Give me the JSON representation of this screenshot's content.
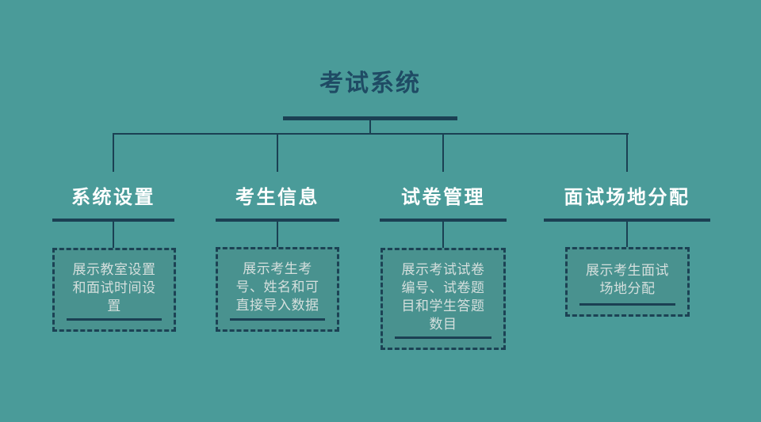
{
  "title": "考试系统",
  "colors": {
    "background": "#4A9B99",
    "connector_line": "#1B4053",
    "title_text": "#1F4B64",
    "branch_label_text": "#FFFFFF",
    "box_fill": "#49928F",
    "box_border": "#1C4254",
    "box_text": "#D5DFDD"
  },
  "branches": [
    {
      "label": "系统设置",
      "description": "展示教室设置\n和面试时间设\n置"
    },
    {
      "label": "考生信息",
      "description": "展示考生考\n号、姓名和可\n直接导入数据"
    },
    {
      "label": "试卷管理",
      "description": "展示考试试卷\n编号、试卷题\n目和学生答题\n数目"
    },
    {
      "label": "面试场地分配",
      "description": "展示考生面试\n场地分配"
    }
  ]
}
